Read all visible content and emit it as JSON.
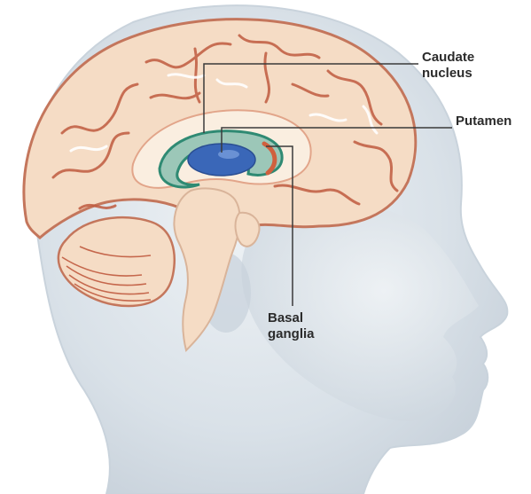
{
  "labels": {
    "caudate_line1": "Caudate",
    "caudate_line2": "nucleus",
    "putamen": "Putamen",
    "basal_line1": "Basal",
    "basal_line2": "ganglia"
  },
  "colors": {
    "head": "#d7e0e7",
    "brain": "#f5dcc5",
    "gyri_outline": "#c05b40",
    "putamen": "#3a67b8",
    "caudate": "#2f8a73",
    "leader_line": "#3a3a3a"
  }
}
